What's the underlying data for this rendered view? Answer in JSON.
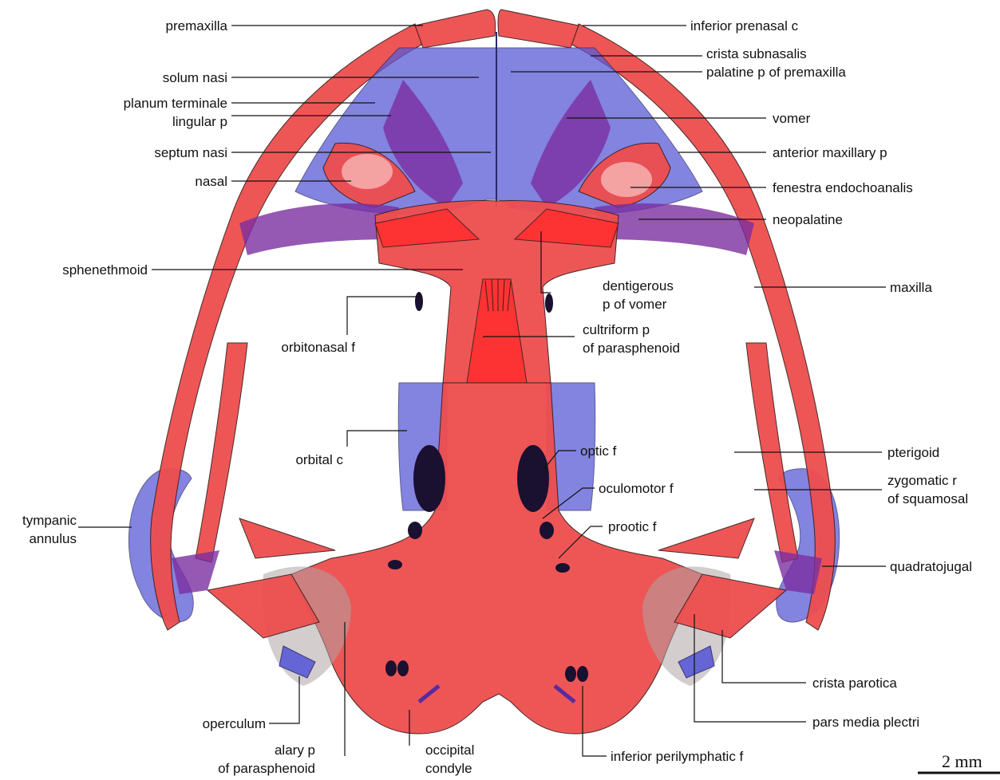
{
  "labels": {
    "premaxilla": "premaxilla",
    "solum_nasi": "solum nasi",
    "planum_terminale": "planum terminale",
    "lingular_p": "lingular p",
    "septum_nasi": "septum nasi",
    "nasal": "nasal",
    "sphenethmoid": "sphenethmoid",
    "orbitonasal_f": "orbitonasal f",
    "orbital_c": "orbital c",
    "tympanic_annulus_1": "tympanic",
    "tympanic_annulus_2": "annulus",
    "operculum": "operculum",
    "alary_p_1": "alary p",
    "alary_p_2": "of parasphenoid",
    "occipital_condyle_1": "occipital",
    "occipital_condyle_2": "condyle",
    "inferior_prenasal_c": "inferior prenasal c",
    "crista_subnasalis": "crista subnasalis",
    "palatine_p_of_premaxilla": "palatine p of premaxilla",
    "vomer": "vomer",
    "anterior_maxillary_p": "anterior maxillary p",
    "fenestra_endochoanalis": "fenestra endochoanalis",
    "neopalatine": "neopalatine",
    "dentigerous_p_1": "dentigerous",
    "dentigerous_p_2": "p of vomer",
    "maxilla": "maxilla",
    "cultriform_p_1": "cultriform p",
    "cultriform_p_2": "of parasphenoid",
    "optic_f": "optic f",
    "oculomotor_f": "oculomotor f",
    "prootic_f": "prootic f",
    "pterigoid": "pterigoid",
    "zygomatic_r_1": "zygomatic r",
    "zygomatic_r_2": "of squamosal",
    "quadratojugal": "quadratojugal",
    "crista_parotica": "crista parotica",
    "pars_media_plectri": "pars media plectri",
    "inferior_perilymphatic_f": "inferior perilymphatic f"
  },
  "scale_bar": {
    "label": "2 mm"
  },
  "colors": {
    "bone": "#ee4e4e",
    "cartilage": "#5a5ad6",
    "overlap": "#7a2ea0",
    "foramen": "#1a1030"
  }
}
